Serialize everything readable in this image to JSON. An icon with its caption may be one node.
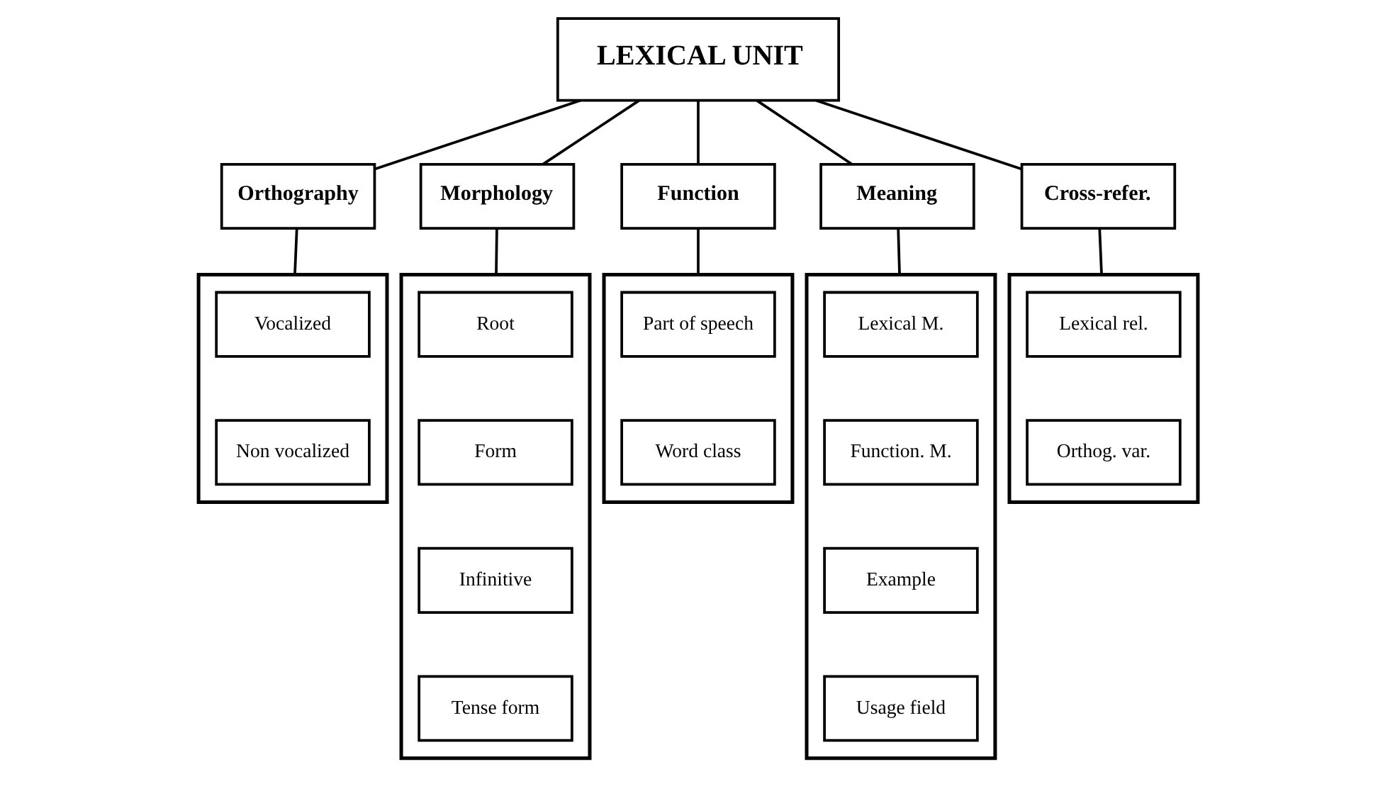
{
  "diagram": {
    "nodes": [
      {
        "text": [
          "LEXICAL UNIT"
        ]
      },
      {
        "text": [
          "Orthography"
        ]
      },
      {
        "text": [
          "Morphology"
        ]
      },
      {
        "text": [
          "Function"
        ]
      },
      {
        "text": [
          "Meaning"
        ]
      },
      {
        "text": [
          "Cross-refer."
        ]
      },
      {
        "text": [],
        "shape": "box"
      },
      {
        "text": [
          "Vocalized"
        ],
        "in": 6
      },
      {
        "text": [
          "Non vocalized"
        ],
        "in": 6
      },
      {
        "text": [],
        "shape": "box"
      },
      {
        "text": [
          "Root"
        ],
        "in": 9
      },
      {
        "text": [
          "Form"
        ],
        "in": 9
      },
      {
        "text": [
          "Infinitive"
        ],
        "in": 9
      },
      {
        "text": [
          "Tense form"
        ],
        "in": 9
      },
      {
        "text": [],
        "shape": "box"
      },
      {
        "text": [
          "Part of speech"
        ],
        "in": 14
      },
      {
        "text": [
          "Word class"
        ],
        "in": 14
      },
      {
        "text": [],
        "shape": "box"
      },
      {
        "text": [
          "Lexical M."
        ],
        "in": 17
      },
      {
        "text": [
          "Function. M."
        ],
        "in": 17
      },
      {
        "text": [
          "Example"
        ],
        "in": 17
      },
      {
        "text": [
          "Usage field"
        ],
        "in": 17
      },
      {
        "text": [],
        "shape": "box"
      },
      {
        "text": [
          "Lexical rel."
        ],
        "in": 22
      },
      {
        "text": [
          "Orthog. var."
        ],
        "in": 22
      }
    ],
    "edges": [
      {
        "from": 0,
        "to": 1,
        "arrow": "none"
      },
      {
        "from": 0,
        "to": 2,
        "arrow": "none"
      },
      {
        "from": 0,
        "to": 3,
        "arrow": "none"
      },
      {
        "from": 0,
        "to": 4,
        "arrow": "none"
      },
      {
        "from": 0,
        "to": 5,
        "arrow": "none"
      },
      {
        "from": 1,
        "to": 6,
        "arrow": "none"
      },
      {
        "from": 2,
        "to": 9,
        "arrow": "none"
      },
      {
        "from": 3,
        "to": 14,
        "arrow": "none"
      },
      {
        "from": 4,
        "to": 17,
        "arrow": "none"
      },
      {
        "from": 5,
        "to": 22,
        "arrow": "none"
      }
    ]
  }
}
